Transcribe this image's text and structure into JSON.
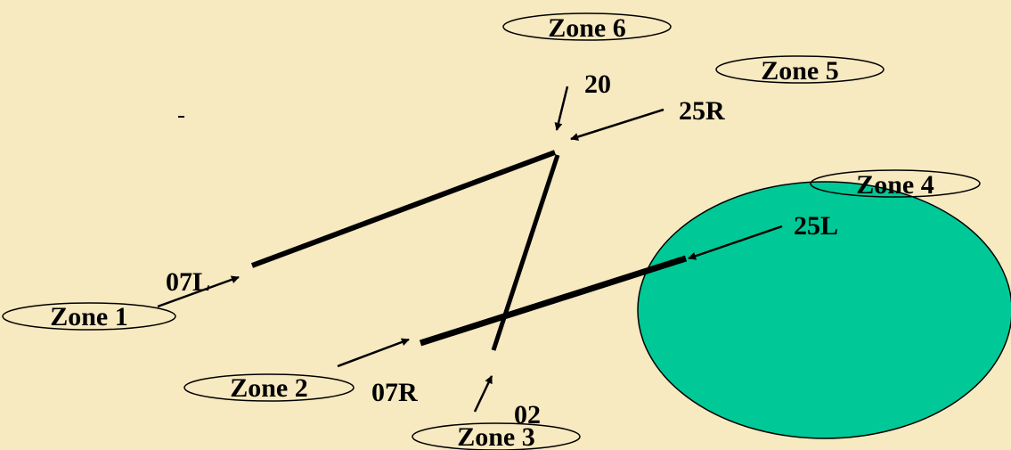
{
  "colors": {
    "background": "#f7e9c0",
    "zone4_fill": "#00c896",
    "ink": "#000000"
  },
  "zones": [
    {
      "label": "Zone 1"
    },
    {
      "label": "Zone 2"
    },
    {
      "label": "Zone 3"
    },
    {
      "label": "Zone 4"
    },
    {
      "label": "Zone 5"
    },
    {
      "label": "Zone 6"
    }
  ],
  "runways": [
    {
      "label": "07L"
    },
    {
      "label": "07R"
    },
    {
      "label": "02"
    },
    {
      "label": "20"
    },
    {
      "label": "25R"
    },
    {
      "label": "25L"
    }
  ]
}
